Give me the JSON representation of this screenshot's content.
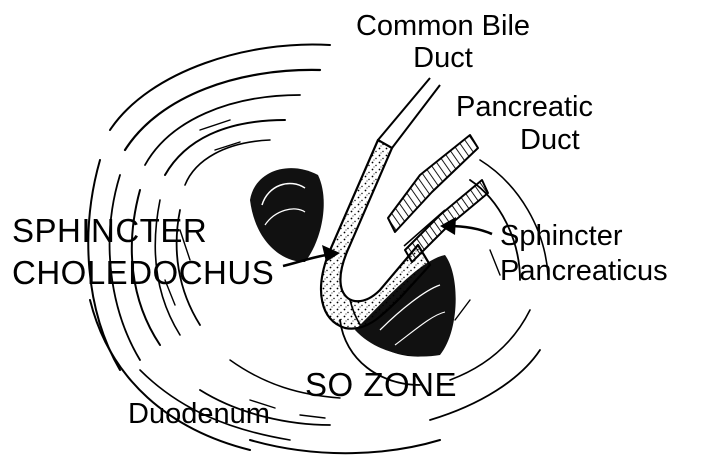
{
  "labels": {
    "common_bile_duct_line1": "Common Bile",
    "common_bile_duct_line2": "Duct",
    "pancreatic_duct_line1": "Pancreatic",
    "pancreatic_duct_line2": "Duct",
    "sphincter_choledochus_line1": "SPHINCTER",
    "sphincter_choledochus_line2": "CHOLEDOCHUS",
    "sphincter_pancreaticus_line1": "Sphincter",
    "sphincter_pancreaticus_line2": "Pancreaticus",
    "so_zone": "SO ZONE",
    "duodenum": "Duodenum"
  },
  "colors": {
    "ink": "#000000",
    "paper": "#ffffff"
  }
}
